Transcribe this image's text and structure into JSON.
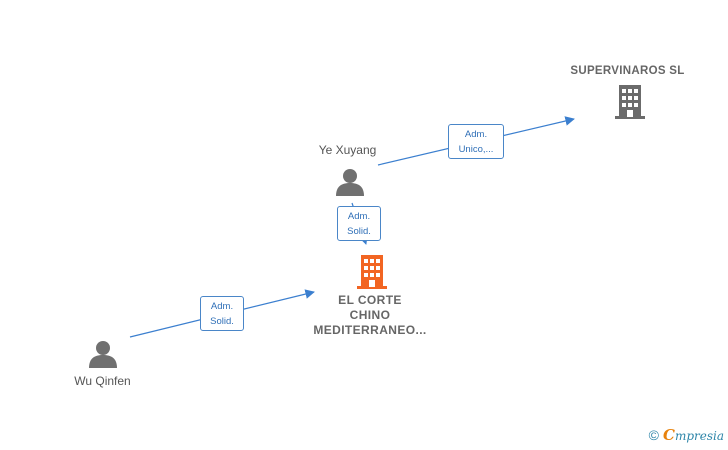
{
  "nodes": {
    "supervinaros": {
      "name": "SUPERVINAROS SL",
      "type": "company",
      "color": "#6b6b6b"
    },
    "el_corte": {
      "name_line1": "EL CORTE",
      "name_line2": "CHINO",
      "name_line3": "MEDITERRANEO...",
      "type": "company",
      "color": "#f26522"
    },
    "ye_xuyang": {
      "name": "Ye Xuyang",
      "type": "person",
      "color": "#707070"
    },
    "wu_qinfen": {
      "name": "Wu Qinfen",
      "type": "person",
      "color": "#707070"
    }
  },
  "edges": {
    "ye_to_supervinaros": {
      "line1": "Adm.",
      "line2": "Unico,..."
    },
    "ye_to_el_corte": {
      "line1": "Adm.",
      "line2": "Solid."
    },
    "wu_to_el_corte": {
      "line1": "Adm.",
      "line2": "Solid."
    }
  },
  "colors": {
    "edge": "#3b7fcf"
  },
  "footer": {
    "copyright": "©",
    "brand_first": "C",
    "brand_rest": "mpresia"
  }
}
